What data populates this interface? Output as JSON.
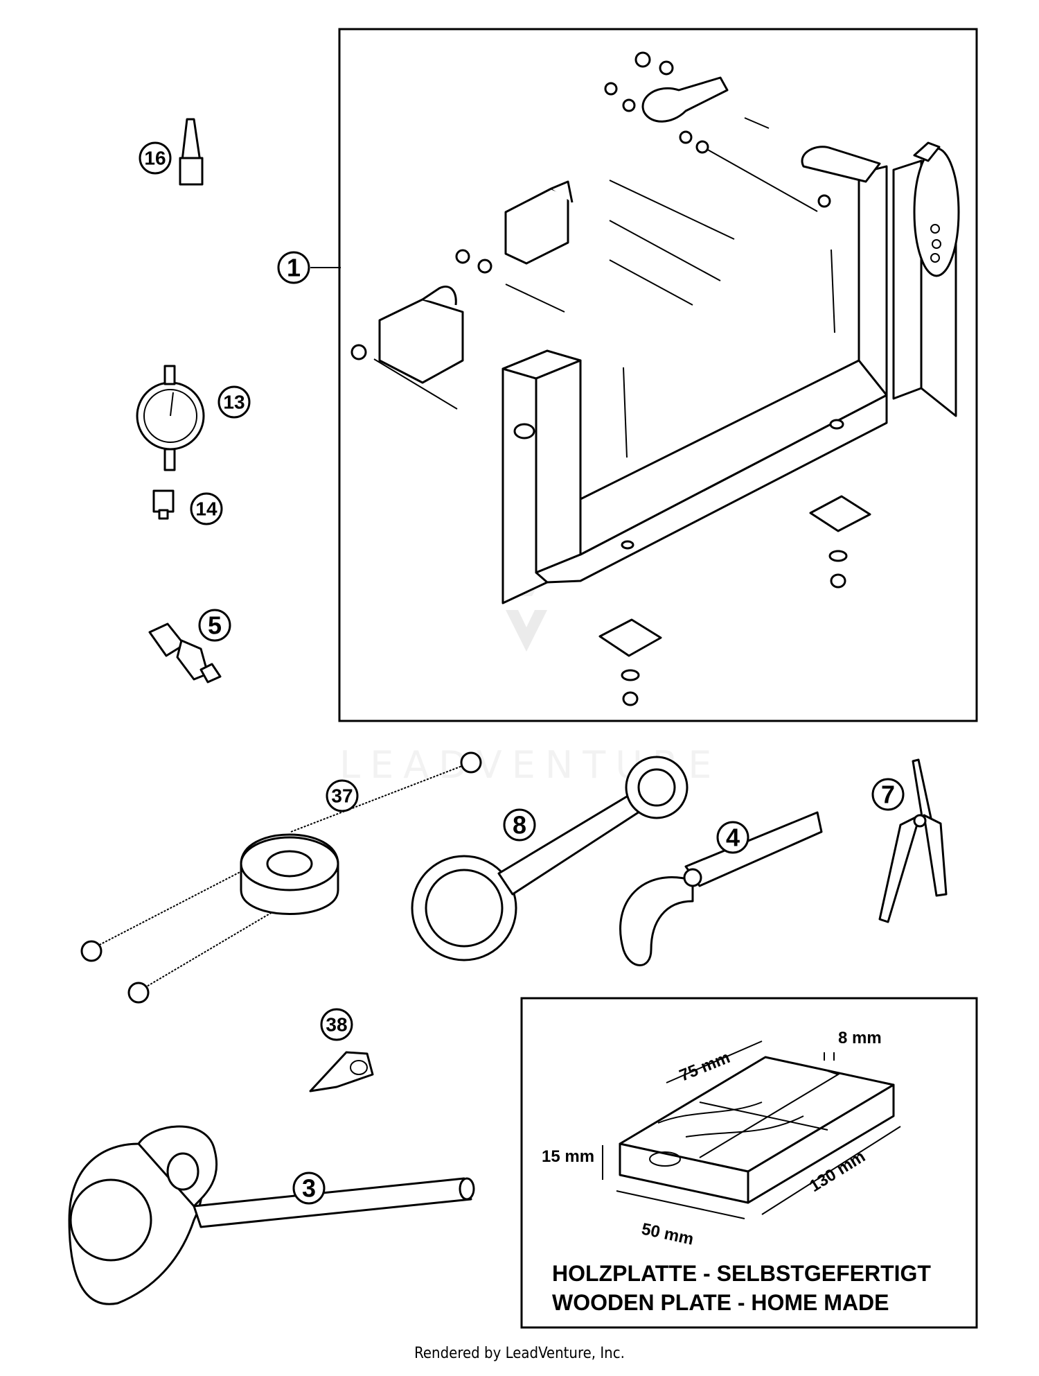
{
  "callouts": {
    "c1": "1",
    "c3": "3",
    "c4": "4",
    "c5": "5",
    "c7": "7",
    "c8": "8",
    "c13": "13",
    "c14": "14",
    "c16": "16",
    "c37": "37",
    "c38": "38"
  },
  "wooden_plate": {
    "dim_width": "75 mm",
    "dim_groove": "8 mm",
    "dim_height": "15 mm",
    "dim_depth": "50 mm",
    "dim_length": "130 mm",
    "caption_de": "HOLZPLATTE - SELBSTGEFERTIGT",
    "caption_en": "WOODEN PLATE - HOME MADE"
  },
  "watermark": "LEADVENTURE",
  "footer": "Rendered by LeadVenture, Inc."
}
